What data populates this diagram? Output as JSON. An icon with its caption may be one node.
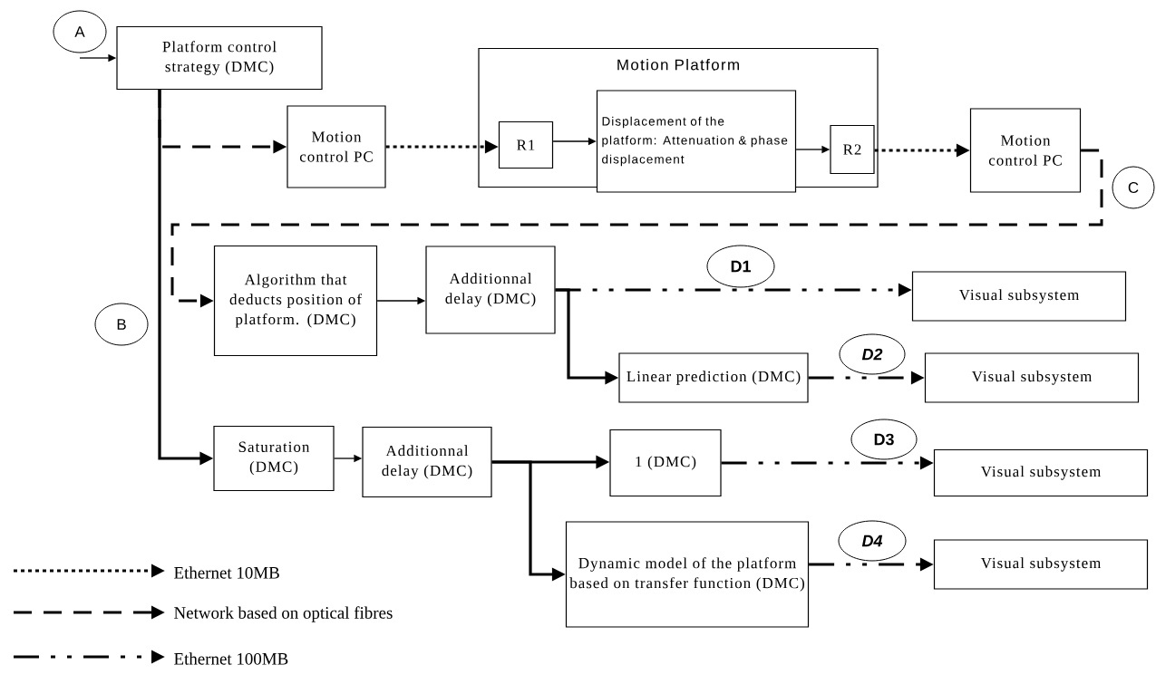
{
  "diagram": {
    "nodes": [
      {
        "text": [
          "A"
        ]
      },
      {
        "text": [
          "Platform control strategy (DMC)"
        ]
      },
      {
        "text": [
          "Motion control PC"
        ]
      },
      {
        "text": [
          "Motion Platform"
        ]
      },
      {
        "text": [
          "R1"
        ],
        "in": 3
      },
      {
        "text": [
          "Displacement of the platform: Attenuation & phase displacement"
        ],
        "in": 3
      },
      {
        "text": [
          "R2"
        ],
        "in": 3
      },
      {
        "text": [
          "Motion control PC"
        ]
      },
      {
        "text": [
          "C"
        ]
      },
      {
        "text": [
          "B"
        ]
      },
      {
        "text": [
          "Algorithm that deducts position of platform. (DMC)"
        ]
      },
      {
        "text": [
          "Additionnal delay (DMC)"
        ]
      },
      {
        "text": [
          "D1"
        ]
      },
      {
        "text": [
          "Visual subsystem"
        ]
      },
      {
        "text": [
          "Linear prediction (DMC)"
        ]
      },
      {
        "text": [
          "D2"
        ]
      },
      {
        "text": [
          "Visual subsystem"
        ]
      },
      {
        "text": [
          "Saturation (DMC)"
        ]
      },
      {
        "text": [
          "Additionnal delay (DMC)"
        ]
      },
      {
        "text": [
          "1 (DMC)"
        ]
      },
      {
        "text": [
          "D3"
        ]
      },
      {
        "text": [
          "Visual subsystem"
        ]
      },
      {
        "text": [
          "Dynamic model of the platform based on transfer function (DMC)"
        ]
      },
      {
        "text": [
          "D4"
        ]
      },
      {
        "text": [
          "Visual subsystem"
        ]
      }
    ],
    "edges": [
      {
        "from": 0,
        "to": 1,
        "arrow": "to"
      },
      {
        "from": 1,
        "to": 2,
        "arrow": "to",
        "style": "dashed"
      },
      {
        "from": 2,
        "to": 4,
        "arrow": "to",
        "style": "dashed"
      },
      {
        "from": 4,
        "to": 5,
        "arrow": "to"
      },
      {
        "from": 5,
        "to": 6,
        "arrow": "to"
      },
      {
        "from": 6,
        "to": 7,
        "arrow": "to",
        "style": "dashed"
      },
      {
        "from": 7,
        "to": 10,
        "arrow": "to",
        "style": "dashed"
      },
      {
        "from": 1,
        "to": 17,
        "arrow": "to"
      },
      {
        "from": 10,
        "to": 11,
        "arrow": "to"
      },
      {
        "from": 11,
        "to": 13,
        "arrow": "to",
        "style": "dashed"
      },
      {
        "from": 11,
        "to": 14,
        "arrow": "to"
      },
      {
        "from": 14,
        "to": 16,
        "arrow": "to",
        "style": "dashed"
      },
      {
        "from": 17,
        "to": 18,
        "arrow": "to"
      },
      {
        "from": 18,
        "to": 19,
        "arrow": "to"
      },
      {
        "from": 18,
        "to": 22,
        "arrow": "to"
      },
      {
        "from": 19,
        "to": 21,
        "arrow": "to",
        "style": "dashed"
      },
      {
        "from": 22,
        "to": 24,
        "arrow": "to",
        "style": "dashed"
      }
    ],
    "legend": [
      {
        "text": "Ethernet 10MB"
      },
      {
        "text": "Network based on optical fibres"
      },
      {
        "text": "Ethernet 100MB"
      }
    ]
  }
}
